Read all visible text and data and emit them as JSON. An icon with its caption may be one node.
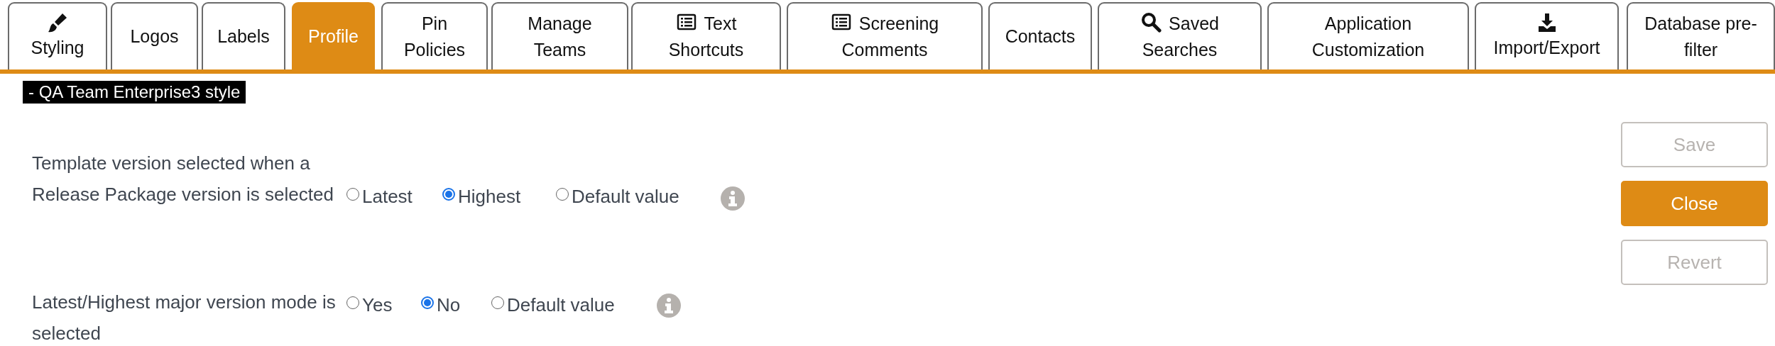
{
  "diagram": {
    "nodes": [
      {
        "text": [
          "Styling"
        ]
      },
      {
        "text": [
          "Logos"
        ]
      },
      {
        "text": [
          "Labels"
        ]
      },
      {
        "text": [
          "Profile"
        ]
      },
      {
        "text": [
          "Pin Policies"
        ]
      },
      {
        "text": [
          "Manage Teams"
        ]
      },
      {
        "text": [
          "Text Shortcuts"
        ]
      },
      {
        "text": [
          "Screening Comments"
        ]
      },
      {
        "text": [
          "Contacts"
        ]
      },
      {
        "text": [
          "Saved Searches"
        ]
      },
      {
        "text": [
          "Application Customization"
        ]
      },
      {
        "text": [
          "Import/Export"
        ]
      },
      {
        "text": [
          "Database pre-filter"
        ]
      },
      {
        "text": [
          "Save"
        ]
      },
      {
        "text": [
          "Close"
        ]
      },
      {
        "text": [
          "Revert"
        ]
      }
    ],
    "labels": [
      "- QA Team Enterprise3 style",
      "Template version selected when a Release Package version is selected",
      "Latest",
      "Highest",
      "Default value",
      "Latest/Highest major version mode is selected",
      "Yes",
      "No",
      "Default value"
    ]
  }
}
